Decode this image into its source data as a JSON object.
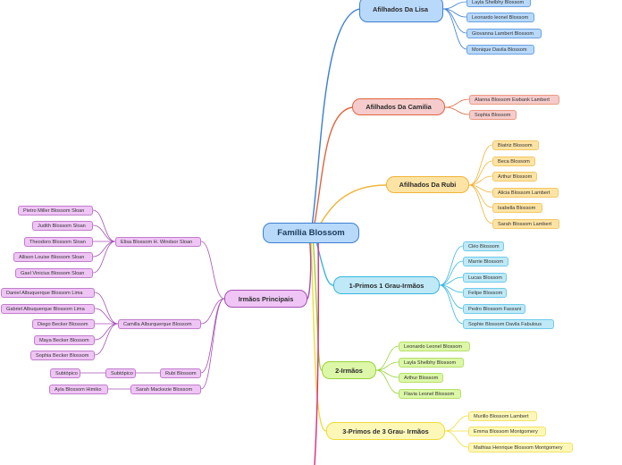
{
  "root": "Família Blossom",
  "branches": {
    "lisa": {
      "label": "Afilhados Da Lisa",
      "color": "#3a7fd0",
      "children": [
        "Layla Shelbhy Blossom",
        "Leonardo leonel Blossom",
        "Giovanna Lambert Blossom",
        "Monique Davila Blossom"
      ]
    },
    "camila": {
      "label": "Afilhados Da Camilia",
      "color": "#e0643f",
      "children": [
        "Alanna Blossom Ewbank Lambert",
        "Sophia Blossom"
      ]
    },
    "rubi": {
      "label": "Afilhados Da Rubi",
      "color": "#f0b53a",
      "children": [
        "Biatriz Blossom",
        "Beca Blossom",
        "Arthur Blossom",
        "Alicia Blossom Lambert",
        "Isabella Blossom",
        "Sarah Blossom Lambert"
      ]
    },
    "primos1": {
      "label": "1-Primos 1 Grau-Irmãos",
      "color": "#38b6e0",
      "children": [
        "Cléo Blossom",
        "Marrie Blossom",
        "Lucas Blossom",
        "Felipe Blossom",
        "Pedro Blossom Fassani",
        "Sophie  Blossom Davila  Fabulous"
      ]
    },
    "irmaos": {
      "label": "2-Irmãos",
      "color": "#9ad43a",
      "children": [
        "Leonardo Leonel Blossom",
        "Layla Shelbhy Blossom",
        "Arthur Blossom",
        "Flavia Leonel Blossom"
      ]
    },
    "primos3": {
      "label": "3-Primos de 3 Grau- Irmãos",
      "color": "#f0db3a",
      "children": [
        "Murillo Blossom Lambert",
        "Emma Blossom Montgomery",
        "Mathias Henrique Blossom Montgomery"
      ]
    },
    "principais": {
      "label": "Irmãos Principais",
      "color": "#a64fb6",
      "children": [
        {
          "label": "Elisa Blossom H. Windsor Sloan",
          "children": [
            "Pietro Miller Blossom Sloan",
            "Judith Blossom Sloan",
            "Theodoro Blossom Sloan",
            "Allison Louise Blossom Sloan",
            "Gael Vinicius Blossom Sloan"
          ]
        },
        {
          "label": "Camilla Alburquerque Blossom",
          "children": [
            "Daniel  Albuquerque Blossom Lima",
            "Gabriel Albuquerque Blossom Lima",
            "Diego Becker Blossom",
            "Maya Becker Blossom",
            "Sophia Becker Blossom"
          ]
        },
        {
          "label": "Rubi Blossom",
          "children": [
            {
              "label": "Subtópico",
              "children": [
                "Subtópico"
              ]
            }
          ]
        },
        {
          "label": "Sarah Mackezie  Blossom",
          "children": [
            "Ayla Blossom Himiko"
          ]
        }
      ]
    }
  }
}
